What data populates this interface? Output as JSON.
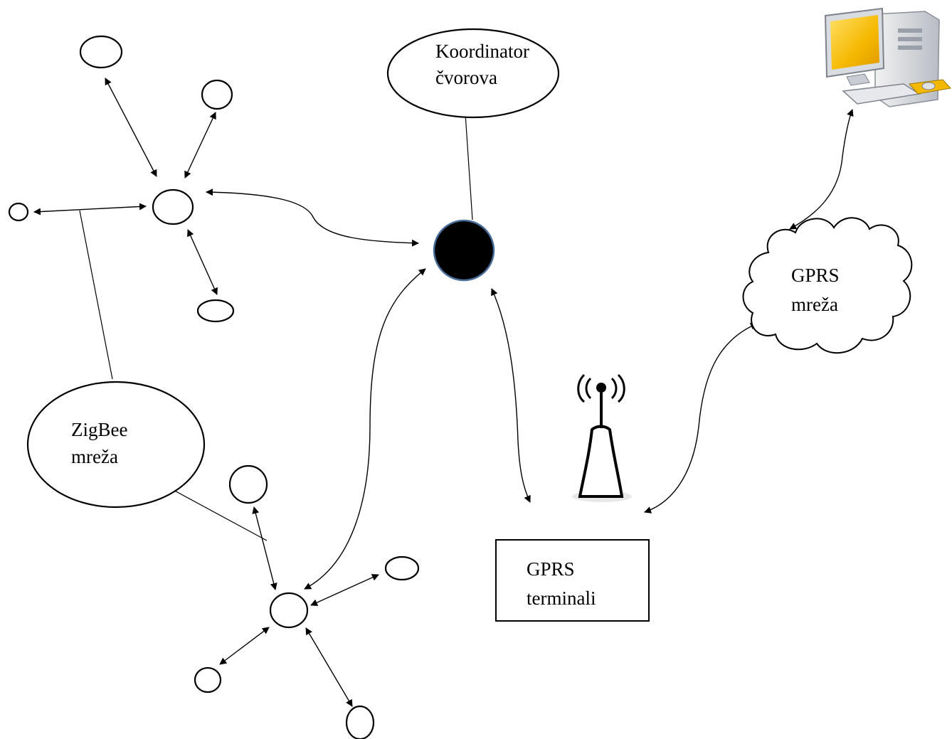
{
  "labels": {
    "coordinator_line1": "Koordinator",
    "coordinator_line2": "čvorova",
    "zigbee_line1": "ZigBee",
    "zigbee_line2": "mreža",
    "gprs_net_line1": "GPRS",
    "gprs_net_line2": "mreža",
    "gprs_terminal_line1": "GPRS",
    "gprs_terminal_line2": "terminali"
  },
  "icons": {
    "computer": "desktop-computer-icon",
    "antenna": "antenna-icon",
    "cloud": "cloud-shape"
  },
  "colors": {
    "coordinator_fill": "#000000",
    "coordinator_stroke": "#4a6f9c",
    "screen": "#f5b800"
  }
}
